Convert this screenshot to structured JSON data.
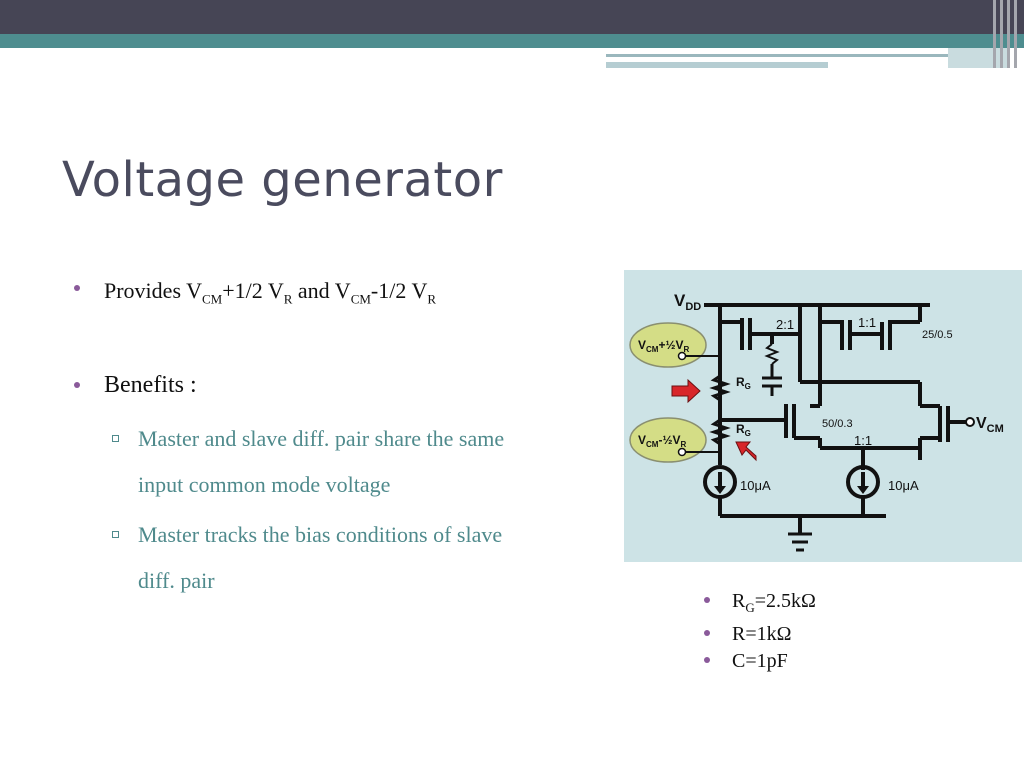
{
  "slide": {
    "title": "Voltage generator",
    "bullet1": {
      "a": "Provides V",
      "s1": "CM",
      "b": "+1/2 V",
      "s2": "R",
      "c": " and V",
      "s3": "CM",
      "d": "-1/2 V",
      "s4": "R"
    },
    "benefits": "Benefits :",
    "sub1_line1": "Master and slave diff. pair share the same",
    "sub1_line2": "input common mode voltage",
    "sub2_line1": "Master tracks the bias conditions of  slave",
    "sub2_line2": "diff. pair",
    "params": [
      {
        "main": "R",
        "sub": "G",
        "rest": "=2.5kΩ"
      },
      {
        "text": "R=1kΩ"
      },
      {
        "text": "C=1pF"
      }
    ]
  },
  "diagram": {
    "vdd": "V",
    "vdd_sub": "DD",
    "ratio1": "2:1",
    "ratio2": "1:1",
    "ratio3": "25/0.5",
    "ratio4": "50/0.3",
    "ratio5": "1:1",
    "rg1": "R",
    "rg1_sub": "G",
    "rg2": "R",
    "rg2_sub": "G",
    "vcm_plus": "V",
    "vcm_plus_sub": "CM",
    "vcm_plus_rest": "+½V",
    "vcm_plus_sub2": "R",
    "vcm_minus": "V",
    "vcm_minus_sub": "CM",
    "vcm_minus_rest": "-½V",
    "vcm_minus_sub2": "R",
    "vcm_out": "V",
    "vcm_out_sub": "CM",
    "cur1": "10μA",
    "cur2": "10μA",
    "colors": {
      "background": "#cde3e6",
      "label_fill": "#d4dd86",
      "arrow": "#d8262a"
    }
  },
  "theme": {
    "title_color": "#4a4b5e",
    "accent": "#4e8d8f",
    "header": "#464555"
  }
}
